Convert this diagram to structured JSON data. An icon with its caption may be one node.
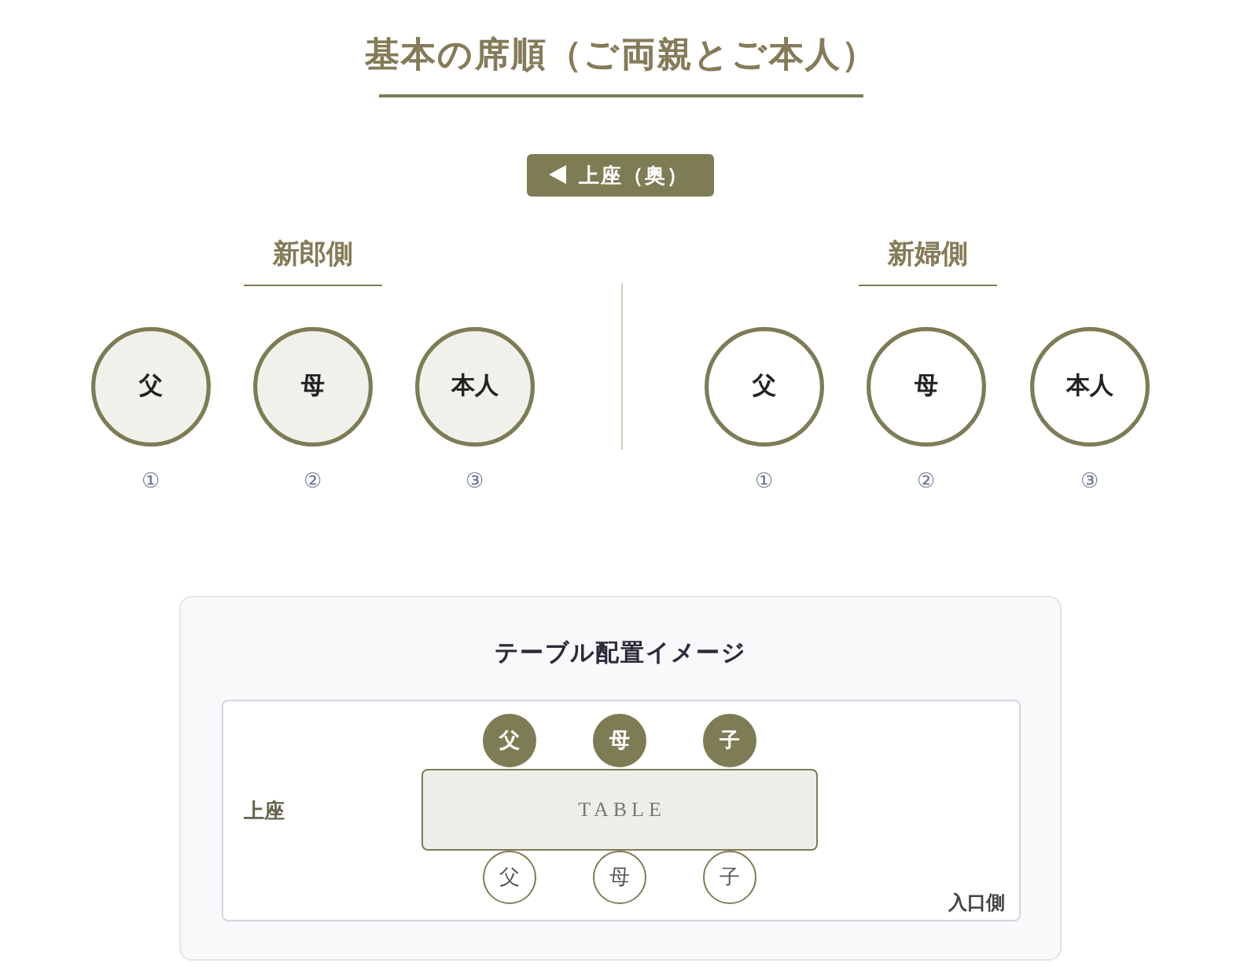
{
  "diagram": {
    "title": "基本の席順（ご両親とご本人）",
    "nodes": [
      {
        "text": [
          "上座（奥）"
        ]
      },
      {
        "text": [
          "父"
        ],
        "beside": [
          "①"
        ]
      },
      {
        "text": [
          "母"
        ],
        "beside": [
          "②"
        ]
      },
      {
        "text": [
          "本人"
        ],
        "beside": [
          "③"
        ]
      },
      {
        "text": [
          "父"
        ],
        "beside": [
          "①"
        ]
      },
      {
        "text": [
          "母"
        ],
        "beside": [
          "②"
        ]
      },
      {
        "text": [
          "本人"
        ],
        "beside": [
          "③"
        ]
      },
      {
        "text": [
          "テーブル配置イメージ"
        ]
      },
      {
        "text": [
          "上座",
          "入口側"
        ],
        "in": 7
      },
      {
        "text": [
          "父"
        ],
        "in": 8
      },
      {
        "text": [
          "母"
        ],
        "in": 8
      },
      {
        "text": [
          "子"
        ],
        "in": 8
      },
      {
        "text": [
          "TABLE"
        ],
        "in": 8
      },
      {
        "text": [
          "父"
        ],
        "in": 8
      },
      {
        "text": [
          "母"
        ],
        "in": 8
      },
      {
        "text": [
          "子"
        ],
        "in": 8
      }
    ],
    "labels": [
      "新郎側",
      "新婦側"
    ]
  }
}
